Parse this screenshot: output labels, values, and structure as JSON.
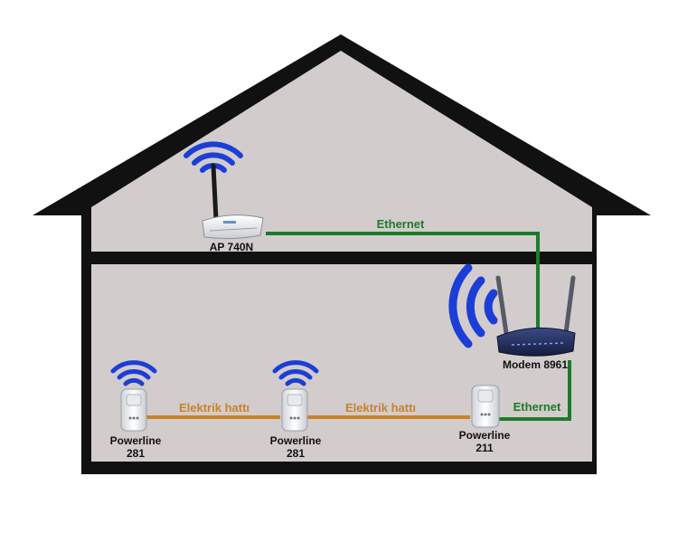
{
  "colors": {
    "house_fill": "#d2cccc",
    "house_outline": "#111111",
    "ethernet": "#1e7a2a",
    "electric": "#c8832a",
    "wifi": "#1b3fd6",
    "ethernet_label": "#1e7a2a",
    "electric_label": "#c8832a"
  },
  "devices": {
    "ap": {
      "name": "AP 740N"
    },
    "modem": {
      "name": "Modem 8961"
    },
    "powerline_left": {
      "name_line1": "Powerline",
      "name_line2": "281"
    },
    "powerline_mid": {
      "name_line1": "Powerline",
      "name_line2": "281"
    },
    "powerline_right": {
      "name_line1": "Powerline",
      "name_line2": "211"
    }
  },
  "links": {
    "ethernet_top": {
      "label": "Ethernet"
    },
    "ethernet_bottom": {
      "label": "Ethernet"
    },
    "electric_left": {
      "label": "Elektrik hattı"
    },
    "electric_right": {
      "label": "Elektrik hattı"
    }
  },
  "icons": {
    "wifi": "wifi-signal-icon",
    "router": "router-icon",
    "modem": "modem-icon",
    "powerline": "powerline-adapter-icon"
  }
}
